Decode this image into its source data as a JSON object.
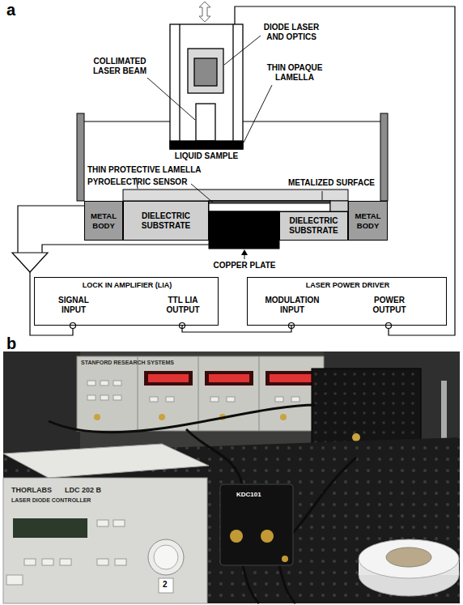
{
  "diagram": {
    "nodes": [
      {
        "text": [
          "METAL BODY"
        ]
      },
      {
        "text": [
          "DIELECTRIC SUBSTRATE"
        ]
      },
      {
        "text": [
          "DIELECTRIC SUBSTRATE"
        ]
      },
      {
        "text": [
          "METAL BODY"
        ]
      },
      {
        "text": [
          "LOCK IN AMPLIFIER (LIA)",
          "SIGNAL INPUT",
          "TTL LIA OUTPUT"
        ]
      },
      {
        "text": [
          "LASER POWER DRIVER",
          "MODULATION INPUT",
          "POWER OUTPUT"
        ]
      }
    ],
    "edges": [
      {
        "from": 4,
        "to": 5,
        "arrow": "none"
      }
    ],
    "labels": [
      "a",
      "DIODE LASER AND OPTICS",
      "COLLIMATED LASER BEAM",
      "THIN OPAQUE LAMELLA",
      "LIQUID SAMPLE",
      "THIN PROTECTIVE LAMELLA",
      "METALIZED SURFACE",
      "PYROELECTRIC SENSOR",
      "COPPER PLATE",
      "b",
      "STANFORD RESEARCH SYSTEMS",
      "THORLABS",
      "LDC 202 B",
      "LASER DIODE CONTROLLER",
      "KDC101",
      "2"
    ]
  }
}
